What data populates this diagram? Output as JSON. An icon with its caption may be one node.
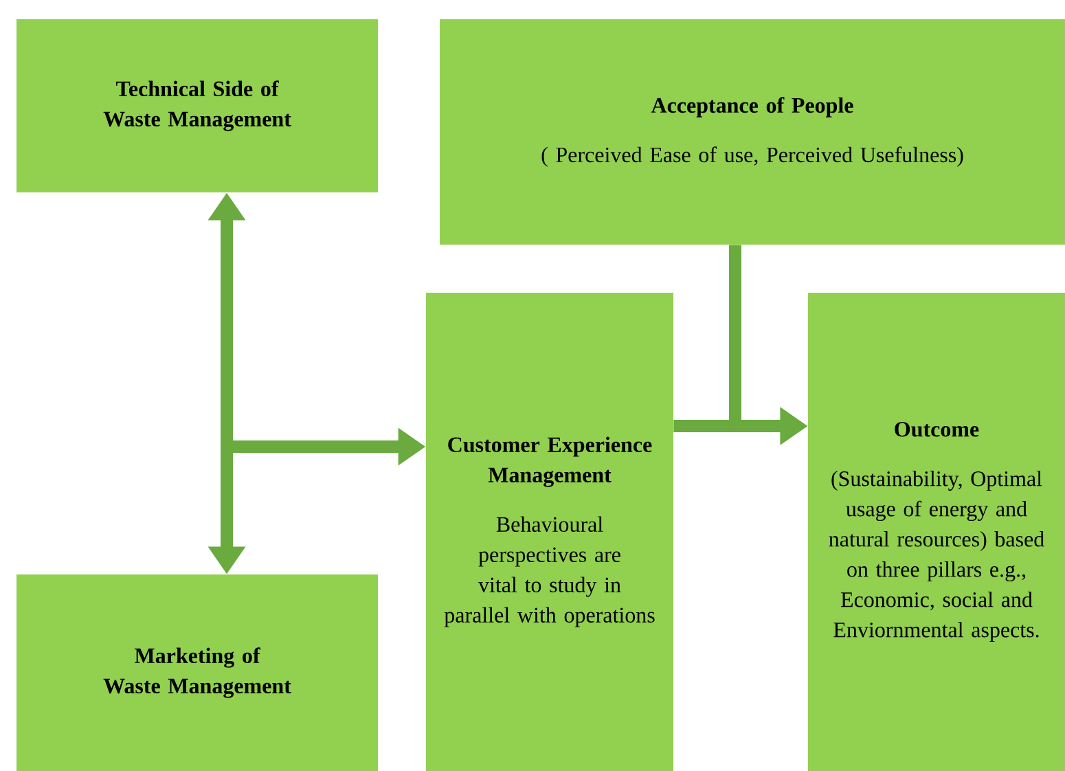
{
  "diagram": {
    "nodes": [
      {
        "text": [
          "Technical Side of Waste Management"
        ]
      },
      {
        "text": [
          "Acceptance of People",
          "( Perceived Ease of use, Perceived Usefulness)"
        ]
      },
      {
        "text": [
          "Customer Experience Management",
          "Behavioural perspectives are vital to study in parallel with operations"
        ]
      },
      {
        "text": [
          "Outcome",
          "(Sustainability, Optimal usage of energy and natural resources)  based on three pillars e.g., Economic, social and Enviornmental aspects."
        ]
      },
      {
        "text": [
          "Marketing of Waste Management"
        ]
      }
    ],
    "edges": [
      {
        "from": 0,
        "to": 4,
        "arrow": "both"
      },
      {
        "from": null,
        "to": 2,
        "arrow": "to"
      },
      {
        "from": 2,
        "to": 3,
        "arrow": "to"
      },
      {
        "from": 1,
        "to": 3,
        "arrow": "to"
      }
    ]
  }
}
